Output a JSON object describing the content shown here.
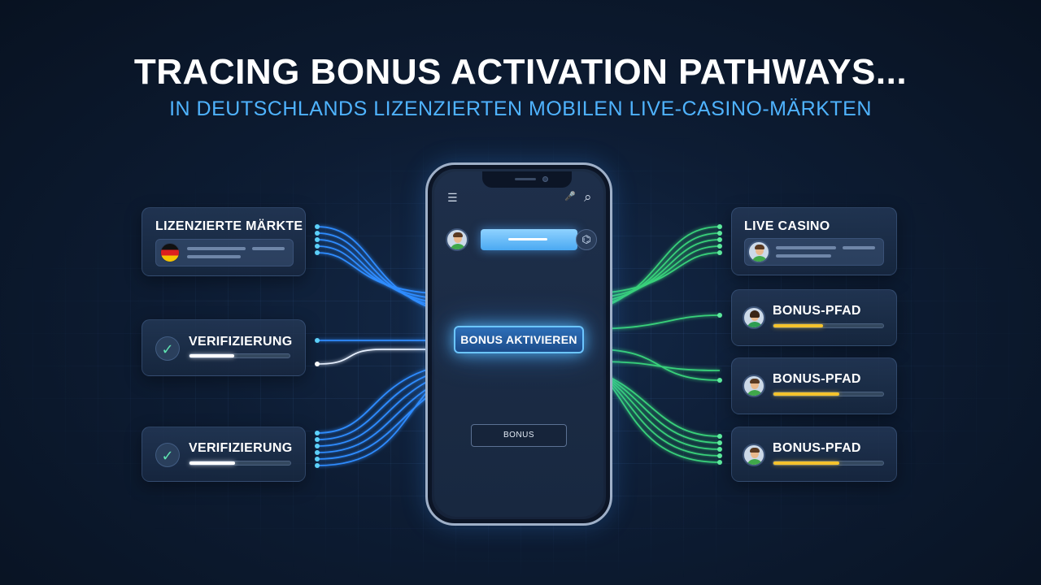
{
  "header": {
    "title": "TRACING BONUS ACTIVATION PATHWAYS...",
    "subtitle": "IN DEUTSCHLANDS LIZENZIERTEN MOBILEN LIVE-CASINO-MÄRKTEN"
  },
  "left_panels": [
    {
      "title": "LIZENZIERTE MÄRKTE",
      "icon": "germany-flag-icon"
    },
    {
      "title": "VERIFIZIERUNG",
      "icon": "check-icon",
      "progress": 0.45
    },
    {
      "title": "VERIFIZIERUNG",
      "icon": "check-icon",
      "progress": 0.45
    }
  ],
  "right_panels": [
    {
      "title": "LIVE CASINO",
      "icon": "avatar-icon"
    },
    {
      "title": "BONUS-PFAD",
      "icon": "avatar-icon",
      "progress": 0.45
    },
    {
      "title": "BONUS-PFAD",
      "icon": "avatar-icon",
      "progress": 0.6
    },
    {
      "title": "BONUS-PFAD",
      "icon": "avatar-icon",
      "progress": 0.6
    }
  ],
  "phone": {
    "activate_label": "BONUS AKTIVIEREN",
    "bonus_label": "BONUS",
    "menu_icon": "☰",
    "mic_icon": "🎤",
    "search_icon": "⌕",
    "profile_icon": "⌬"
  },
  "colors": {
    "blue_wire": "#2f8cff",
    "green_wire": "#38d07a",
    "progress_white": "#ffffff",
    "progress_gold": "#f5c32c",
    "accent": "#4fb3ff"
  }
}
